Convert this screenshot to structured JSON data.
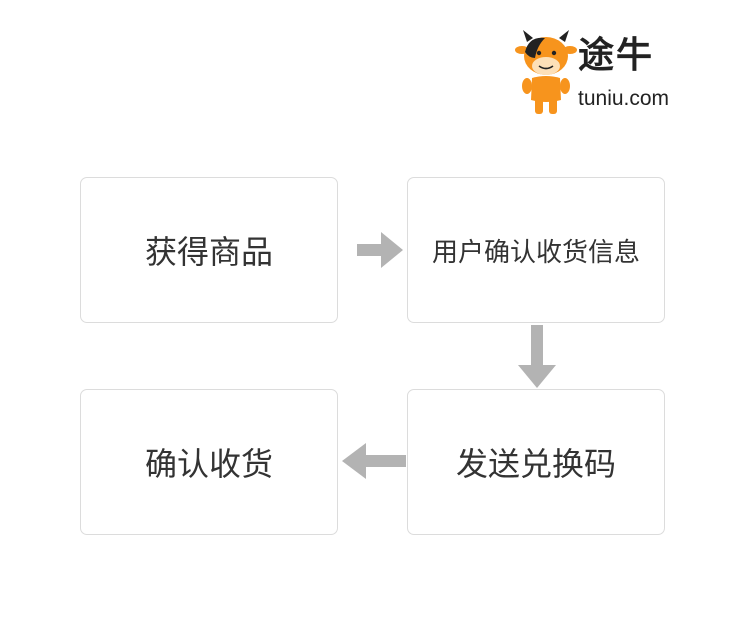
{
  "brand": {
    "name_cn": "途牛",
    "domain": "tuniu.com",
    "mascot_icon": "tuniu-cow-mascot-icon"
  },
  "colors": {
    "mascot_orange": "#f7941d",
    "arrow_gray": "#b3b3b3",
    "border": "#dcdcdc",
    "text": "#333333"
  },
  "steps": [
    {
      "label": "获得商品"
    },
    {
      "label": "用户确认收货信息"
    },
    {
      "label": "发送兑换码"
    },
    {
      "label": "确认收货"
    }
  ],
  "arrows": [
    "arrow-right-icon",
    "arrow-down-icon",
    "arrow-left-icon"
  ]
}
